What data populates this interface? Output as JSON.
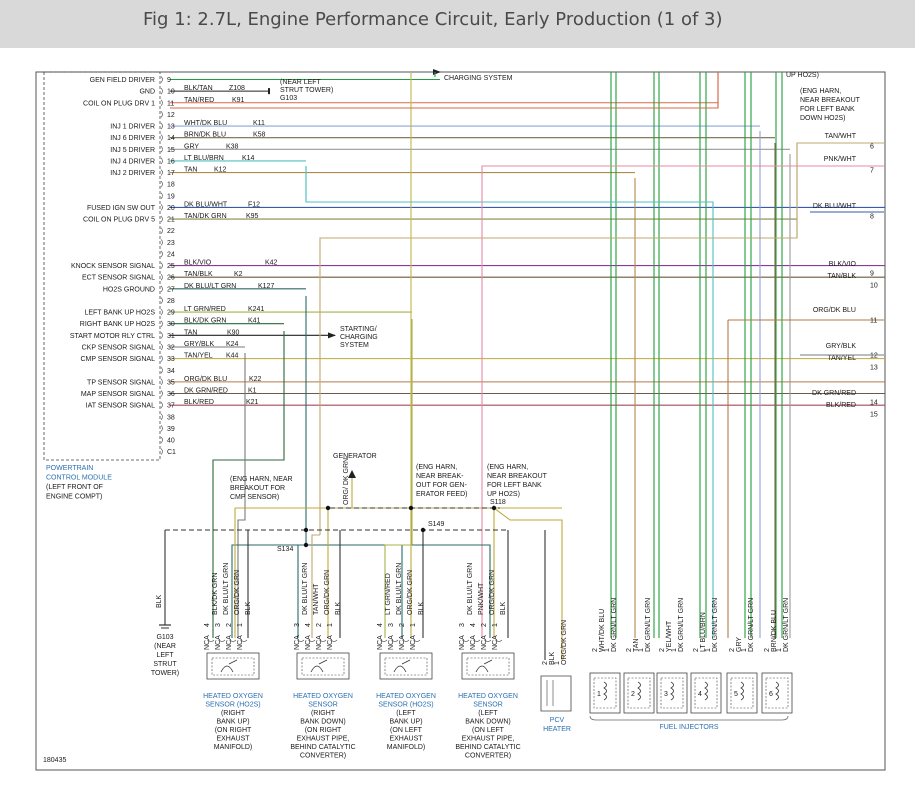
{
  "title": "Fig 1: 2.7L, Engine Performance Circuit, Early Production (1 of 3)",
  "pcm": {
    "pins": [
      {
        "n": "9",
        "fn": "GEN FIELD DRIVER",
        "color": "",
        "circuit": "",
        "wire": "#1f9e3a"
      },
      {
        "n": "10",
        "fn": "GND",
        "color": "BLK/TAN",
        "circuit": "Z108",
        "wire": "#222222"
      },
      {
        "n": "11",
        "fn": "COIL ON PLUG DRV 1",
        "color": "TAN/RED",
        "circuit": "K91",
        "wire": "#d96a4a"
      },
      {
        "n": "12",
        "fn": "",
        "color": "",
        "circuit": "",
        "wire": ""
      },
      {
        "n": "13",
        "fn": "INJ 1 DRIVER",
        "color": "WHT/DK BLU",
        "circuit": "K11",
        "wire": "#8fa3d6"
      },
      {
        "n": "14",
        "fn": "INJ 6 DRIVER",
        "color": "BRN/DK BLU",
        "circuit": "K58",
        "wire": "#7a6a4a"
      },
      {
        "n": "15",
        "fn": "INJ 5 DRIVER",
        "color": "GRY",
        "circuit": "K38",
        "wire": "#9a9a9a"
      },
      {
        "n": "16",
        "fn": "INJ 4 DRIVER",
        "color": "LT BLU/BRN",
        "circuit": "K14",
        "wire": "#4fc0c0"
      },
      {
        "n": "17",
        "fn": "INJ 2 DRIVER",
        "color": "TAN",
        "circuit": "K12",
        "wire": "#b08a4a"
      },
      {
        "n": "18",
        "fn": "",
        "color": "",
        "circuit": "",
        "wire": ""
      },
      {
        "n": "19",
        "fn": "",
        "color": "",
        "circuit": "",
        "wire": ""
      },
      {
        "n": "20",
        "fn": "FUSED IGN SW OUT",
        "color": "DK BLU/WHT",
        "circuit": "F12",
        "wire": "#3a5ab0"
      },
      {
        "n": "21",
        "fn": "COIL ON PLUG DRV 5",
        "color": "TAN/DK GRN",
        "circuit": "K95",
        "wire": "#8a8a4a"
      },
      {
        "n": "22",
        "fn": "",
        "color": "",
        "circuit": "",
        "wire": ""
      },
      {
        "n": "23",
        "fn": "",
        "color": "",
        "circuit": "",
        "wire": ""
      },
      {
        "n": "24",
        "fn": "",
        "color": "",
        "circuit": "",
        "wire": ""
      },
      {
        "n": "25",
        "fn": "KNOCK SENSOR SIGNAL",
        "color": "BLK/VIO",
        "circuit": "K42",
        "wire": "#8a3a9a"
      },
      {
        "n": "26",
        "fn": "ECT SENSOR SIGNAL",
        "color": "TAN/BLK",
        "circuit": "K2",
        "wire": "#6a5a3a"
      },
      {
        "n": "27",
        "fn": "HO2S GROUND",
        "color": "DK BLU/LT GRN",
        "circuit": "K127",
        "wire": "#2a6a6a"
      },
      {
        "n": "28",
        "fn": "",
        "color": "",
        "circuit": "",
        "wire": ""
      },
      {
        "n": "29",
        "fn": "LEFT BANK UP HO2S",
        "color": "LT GRN/RED",
        "circuit": "K241",
        "wire": "#a8b04a"
      },
      {
        "n": "30",
        "fn": "RIGHT BANK UP HO2S",
        "color": "BLK/DK GRN",
        "circuit": "K41",
        "wire": "#2a6a3a"
      },
      {
        "n": "31",
        "fn": "START MOTOR RLY CTRL",
        "color": "TAN",
        "circuit": "K90",
        "wire": "#222222"
      },
      {
        "n": "32",
        "fn": "CKP SENSOR SIGNAL",
        "color": "GRY/BLK",
        "circuit": "K24",
        "wire": "#7a7a7a"
      },
      {
        "n": "33",
        "fn": "CMP SENSOR SIGNAL",
        "color": "TAN/YEL",
        "circuit": "K44",
        "wire": "#c0a83a"
      },
      {
        "n": "34",
        "fn": "",
        "color": "",
        "circuit": "",
        "wire": ""
      },
      {
        "n": "35",
        "fn": "TP SENSOR SIGNAL",
        "color": "ORG/DK BLU",
        "circuit": "K22",
        "wire": "#b07a4a"
      },
      {
        "n": "36",
        "fn": "MAP SENSOR SIGNAL",
        "color": "DK GRN/RED",
        "circuit": "K1",
        "wire": "#6a5a4a"
      },
      {
        "n": "37",
        "fn": "IAT SENSOR SIGNAL",
        "color": "BLK/RED",
        "circuit": "K21",
        "wire": "#a04a5a"
      },
      {
        "n": "38",
        "fn": "",
        "color": "",
        "circuit": "",
        "wire": ""
      },
      {
        "n": "39",
        "fn": "",
        "color": "",
        "circuit": "",
        "wire": ""
      },
      {
        "n": "40",
        "fn": "",
        "color": "",
        "circuit": "",
        "wire": ""
      },
      {
        "n": "C1",
        "fn": "",
        "color": "",
        "circuit": "",
        "wire": ""
      }
    ],
    "name_lines": [
      "POWERTRAIN",
      "CONTROL MODULE",
      "(LEFT FRONT OF",
      "ENGINE COMPT)"
    ]
  },
  "annotations": {
    "charging": "CHARGING SYSTEM",
    "strut_tower": [
      "(NEAR LEFT",
      "STRUT TOWER)"
    ],
    "g103_top": "G103",
    "starting": [
      "STARTING/",
      "CHARGING",
      "SYSTEM"
    ],
    "up_ho2s": "UP HO2S)",
    "down_ho2s": [
      "(ENG HARN,",
      "NEAR BREAKOUT",
      "FOR LEFT BANK",
      "DOWN HO2S)"
    ],
    "generator": "GENERATOR",
    "cmp_breakout": [
      "(ENG HARN, NEAR",
      "BREAKOUT FOR",
      "CMP SENSOR)"
    ],
    "gen_breakout": [
      "(ENG HARN,",
      "NEAR BREAK-",
      "OUT FOR GEN-",
      "ERATOR FEED)"
    ],
    "left_up_breakout": [
      "(ENG HARN,",
      "NEAR BREAKOUT",
      "FOR LEFT BANK",
      "UP HO2S)"
    ],
    "s118": "S118",
    "s149": "S149",
    "s134": "S134",
    "gen_wire": "ORG/ DK GRN",
    "g103_bottom": [
      "G103",
      "(NEAR",
      "LEFT",
      "STRUT",
      "TOWER)"
    ],
    "blk": "BLK",
    "fig_id": "180435"
  },
  "right_edge": [
    {
      "label": "TAN/WHT",
      "n": "6"
    },
    {
      "label": "PNK/WHT",
      "n": "7"
    },
    {
      "label": "DK BLU/WHT",
      "n": "8"
    },
    {
      "label": "BLK/VIO",
      "n": "9"
    },
    {
      "label": "TAN/BLK",
      "n": "10"
    },
    {
      "label": "ORG/DK BLU",
      "n": "11"
    },
    {
      "label": "GRY/BLK",
      "n": "12"
    },
    {
      "label": "TAN/YEL",
      "n": "13"
    },
    {
      "label": "DK GRN/RED",
      "n": "14"
    },
    {
      "label": "BLK/RED",
      "n": "15"
    }
  ],
  "sensors": [
    {
      "pins": [
        "4",
        "3",
        "2",
        "1"
      ],
      "wires": [
        "BLK/DK GRN",
        "DK BLU/LT GRN",
        "ORG/DK GRN",
        "BLK"
      ],
      "name_blue": [
        "HEATED OXYGEN",
        "SENSOR (HO2S)"
      ],
      "name": [
        "(RIGHT",
        "BANK UP)",
        "(ON RIGHT",
        "EXHAUST",
        "MANIFOLD)"
      ]
    },
    {
      "pins": [
        "3",
        "4",
        "2",
        "1"
      ],
      "wires": [
        "DK BLU/LT GRN",
        "TAN/WHT",
        "ORG/DK GRN",
        "BLK"
      ],
      "name_blue": [
        "HEATED OXYGEN",
        "SENSOR"
      ],
      "name": [
        "(RIGHT",
        "BANK DOWN)",
        "(ON RIGHT",
        "EXHAUST PIPE,",
        "BEHIND CATALYTIC",
        "CONVERTER)"
      ]
    },
    {
      "pins": [
        "4",
        "3",
        "2",
        "1"
      ],
      "wires": [
        "LT GRN/RED",
        "DK BLU/LT GRN",
        "ORG/DK GRN",
        "BLK"
      ],
      "name_blue": [
        "HEATED OXYGEN",
        "SENSOR (HO2S)"
      ],
      "name": [
        "(LEFT",
        "BANK UP)",
        "(ON LEFT",
        "EXHAUST",
        "MANIFOLD)"
      ]
    },
    {
      "pins": [
        "3",
        "4",
        "2",
        "1"
      ],
      "wires": [
        "DK BLU/LT GRN",
        "PNK/WHT",
        "ORG/DK GRN",
        "BLK"
      ],
      "name_blue": [
        "HEATED OXYGEN",
        "SENSOR"
      ],
      "name": [
        "(LEFT",
        "BANK DOWN)",
        "(ON LEFT",
        "EXHAUST PIPE,",
        "BEHIND CATALYTIC",
        "CONVERTER)"
      ]
    }
  ],
  "nca": "NCA",
  "pcv": {
    "pins": [
      "2",
      "1"
    ],
    "wires": [
      "BLK",
      "ORG/DK GRN"
    ],
    "name": [
      "PCV",
      "HEATER"
    ]
  },
  "injectors": {
    "items": [
      {
        "n": "1",
        "wires": [
          "WHT/DK BLU",
          "DK GRN/LT GRN"
        ]
      },
      {
        "n": "2",
        "wires": [
          "TAN",
          "DK GRN/LT GRN"
        ]
      },
      {
        "n": "3",
        "wires": [
          "YEL/WHT",
          "DK GRN/LT GRN"
        ]
      },
      {
        "n": "4",
        "wires": [
          "LT BLU/BRN",
          "DK GRN/LT GRN"
        ]
      },
      {
        "n": "5",
        "wires": [
          "GRY",
          "DK GRN/LT GRN"
        ]
      },
      {
        "n": "6",
        "wires": [
          "BRN/DK BLU",
          "DK GRN/LT GRN"
        ]
      }
    ],
    "pins": [
      "2",
      "1"
    ],
    "label": "FUEL INJECTORS"
  }
}
